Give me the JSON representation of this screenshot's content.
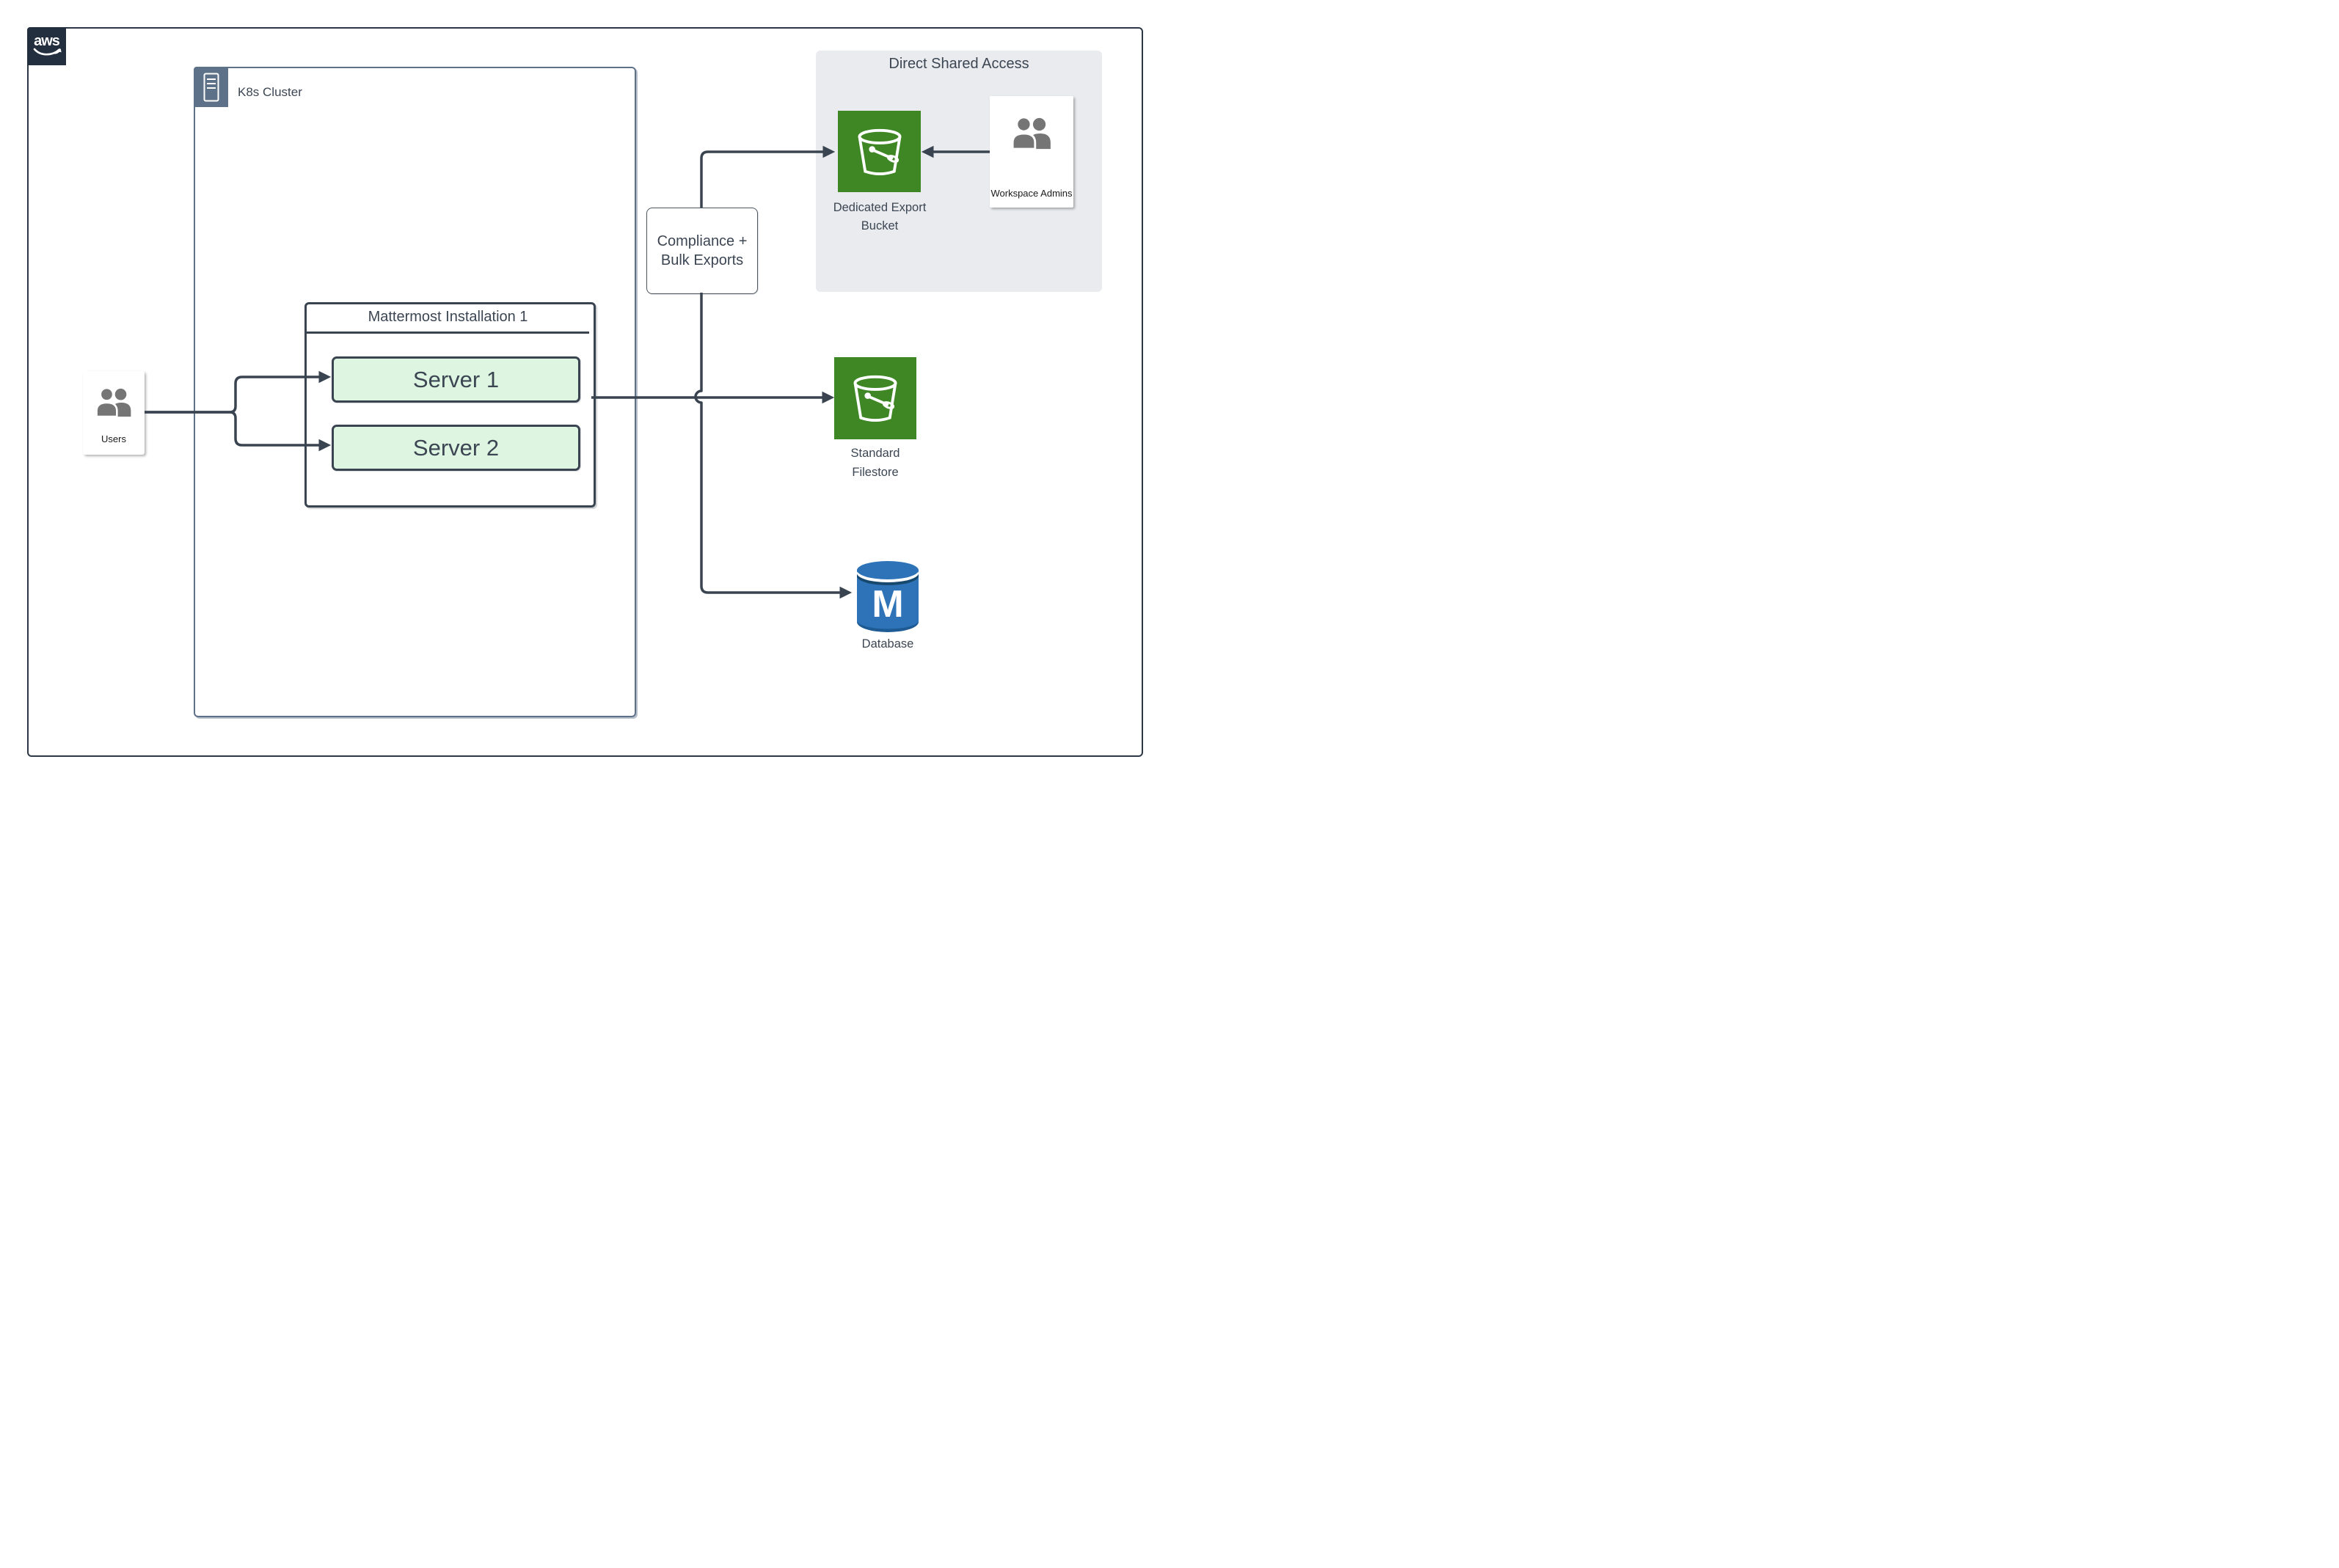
{
  "diagram": {
    "aws_logo_text": "aws",
    "k8s_cluster": {
      "label": "K8s Cluster"
    },
    "mattermost": {
      "title": "Mattermost Installation 1",
      "servers": [
        "Server 1",
        "Server 2"
      ]
    },
    "users": {
      "label": "Users"
    },
    "compliance": {
      "line1": "Compliance +",
      "line2": "Bulk Exports"
    },
    "direct_shared_access": {
      "title": "Direct Shared Access",
      "bucket_label_line1": "Dedicated Export",
      "bucket_label_line2": "Bucket",
      "admins_label": "Workspace Admins"
    },
    "standard_filestore": {
      "line1": "Standard",
      "line2": "Filestore"
    },
    "database": {
      "label": "Database",
      "monogram": "M"
    },
    "colors": {
      "frame_border": "#2C3845",
      "aws_navy": "#232F3E",
      "k8s_slate": "#5D7189",
      "connector_dark": "#3A4450",
      "server_fill": "#DEF5E2",
      "panel_gray": "#E9EBEE",
      "s3_green": "#3F8624",
      "db_blue": "#2E73B8",
      "people_gray": "#757575"
    }
  }
}
